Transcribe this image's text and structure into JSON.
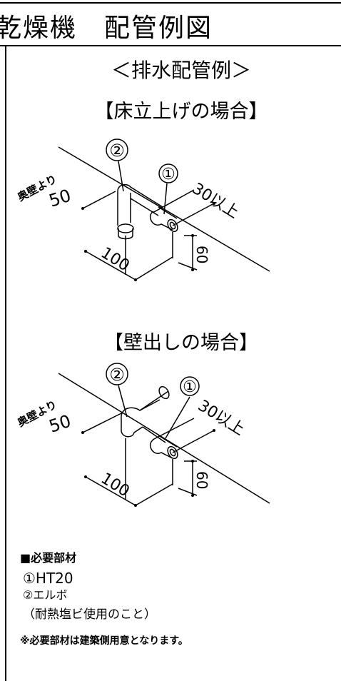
{
  "title": "乾燥機　配管例図",
  "heading": "＜排水配管例＞",
  "cases": [
    {
      "title": "【床立上げの場合】",
      "part_a": "②",
      "part_b": "①",
      "wall_label": "奥壁より",
      "dim_wall": "50",
      "dim_side": "30以上",
      "dim_width": "100",
      "dim_height": "60"
    },
    {
      "title": "【壁出しの場合】",
      "part_a": "②",
      "part_b": "①",
      "wall_label": "奥壁より",
      "dim_wall": "50",
      "dim_side": "30以上",
      "dim_width": "100",
      "dim_height": "60"
    }
  ],
  "materials": {
    "heading": "■必要部材",
    "item1": "①HT20",
    "item2": "②エルボ",
    "item3": "（耐熱塩ビ使用のこと）",
    "note": "※必要部材は建築側用意となります。"
  }
}
